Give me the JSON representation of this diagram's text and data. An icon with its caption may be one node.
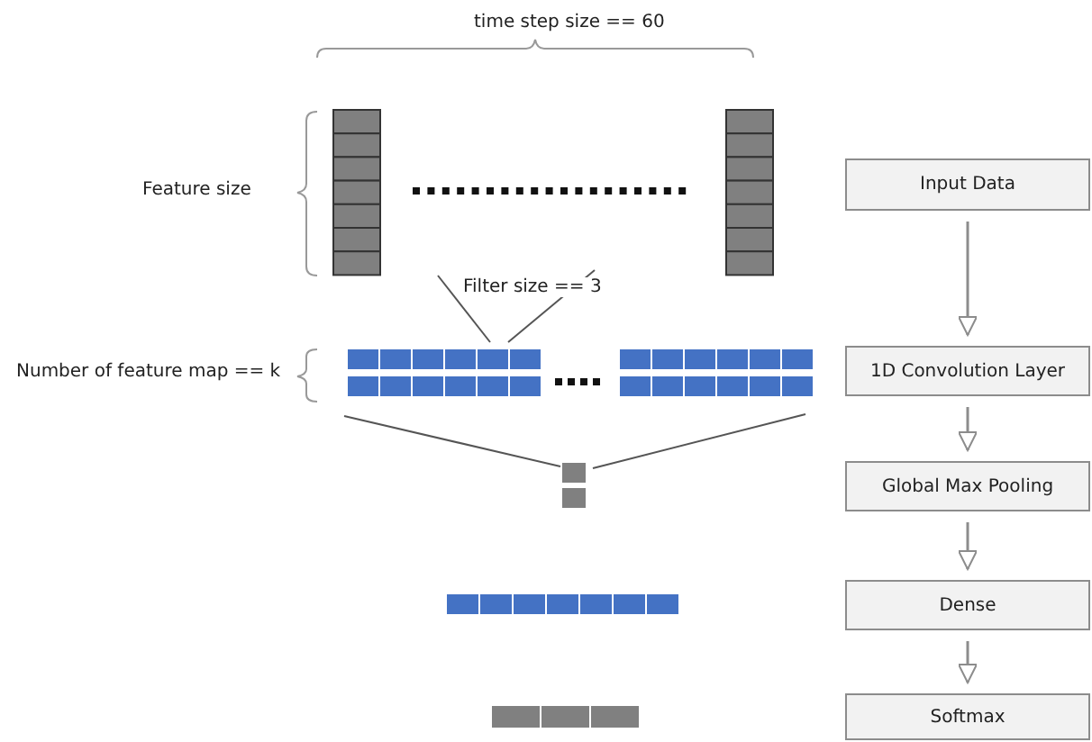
{
  "diagram": {
    "nodes": [
      {
        "text": [
          "Input Data"
        ]
      },
      {
        "text": [
          "1D Convolution Layer"
        ]
      },
      {
        "text": [
          "Global Max Pooling"
        ]
      },
      {
        "text": [
          "Dense"
        ]
      },
      {
        "text": [
          "Softmax"
        ]
      }
    ],
    "edges": [
      {
        "from": 0,
        "to": 1,
        "arrow": "to"
      },
      {
        "from": 1,
        "to": 2,
        "arrow": "to"
      },
      {
        "from": 2,
        "to": 3,
        "arrow": "to"
      },
      {
        "from": 3,
        "to": 4,
        "arrow": "to"
      }
    ],
    "labels": [
      "time step size == 60",
      "Feature size",
      "Filter size == 3",
      "Number of feature map == k"
    ]
  }
}
